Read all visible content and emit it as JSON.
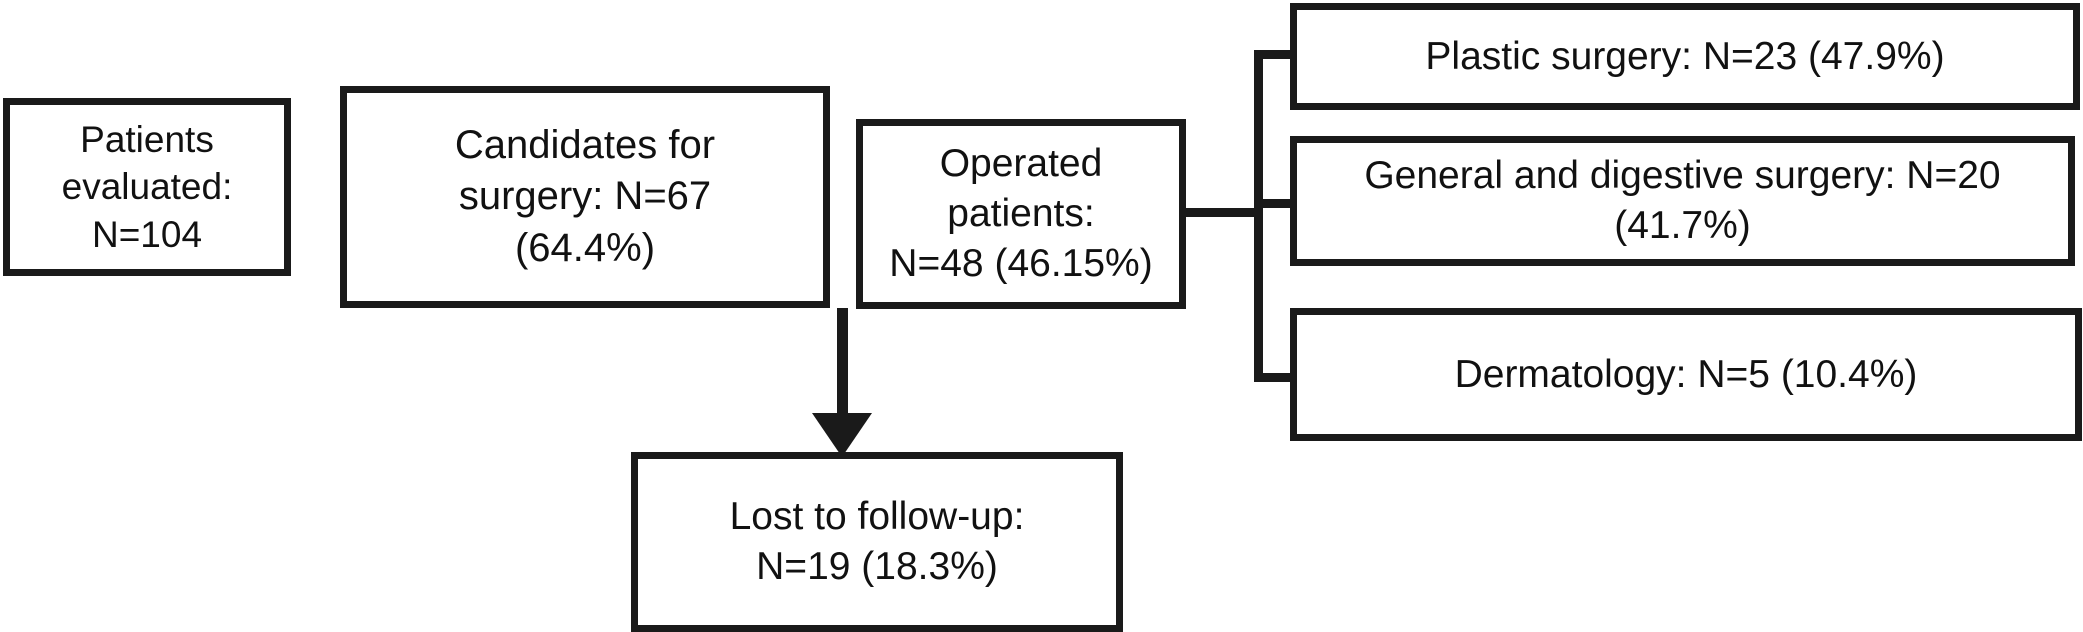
{
  "figure": {
    "type": "flowchart",
    "orientation": "left-to-right",
    "background_color": "#ffffff",
    "line_color": "#1a1a1a",
    "text_color": "#111111"
  },
  "nodes": {
    "evaluated": {
      "label": "Patients\nevaluated:\nN=104",
      "name": "Patients evaluated",
      "count": 104
    },
    "candidates": {
      "label": "Candidates for\nsurgery: N=67\n(64.4%)",
      "name": "Candidates for surgery",
      "count": 67,
      "percent": "64.4%"
    },
    "operated": {
      "label": "Operated\npatients:\nN=48 (46.15%)",
      "name": "Operated patients",
      "count": 48,
      "percent": "46.15%"
    },
    "lost": {
      "label": "Lost to follow-up:\nN=19 (18.3%)",
      "name": "Lost to follow-up",
      "count": 19,
      "percent": "18.3%"
    },
    "plastic": {
      "label": "Plastic surgery: N=23 (47.9%)",
      "name": "Plastic surgery",
      "count": 23,
      "percent": "47.9%"
    },
    "general": {
      "label": "General and digestive surgery: N=20 (41.7%)",
      "name": "General and digestive surgery",
      "count": 20,
      "percent": "41.7%"
    },
    "dermatology": {
      "label": "Dermatology: N=5 (10.4%)",
      "name": "Dermatology",
      "count": 5,
      "percent": "10.4%"
    }
  },
  "connectors": [
    {
      "id": "operated-to-branch",
      "from": "operated",
      "to": "branch-trunk",
      "style": "elbow"
    },
    {
      "id": "branch-to-plastic",
      "from": "branch-trunk",
      "to": "plastic",
      "style": "elbow"
    },
    {
      "id": "branch-to-general",
      "from": "branch-trunk",
      "to": "general",
      "style": "elbow"
    },
    {
      "id": "branch-to-dermatology",
      "from": "branch-trunk",
      "to": "dermatology",
      "style": "elbow"
    },
    {
      "id": "candidates-to-lost",
      "from": "candidates",
      "to": "lost",
      "style": "arrow-down"
    }
  ]
}
